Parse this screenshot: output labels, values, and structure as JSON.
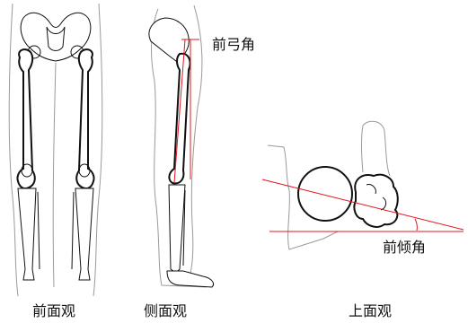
{
  "labels": {
    "front_view": "前面观",
    "side_view": "侧面观",
    "top_view": "上面观",
    "bow_angle": "前弓角",
    "anteversion_angle": "前倾角"
  },
  "colors": {
    "outline": "#9a9a9a",
    "bone": "#111111",
    "angle_line": "#e0141e"
  }
}
